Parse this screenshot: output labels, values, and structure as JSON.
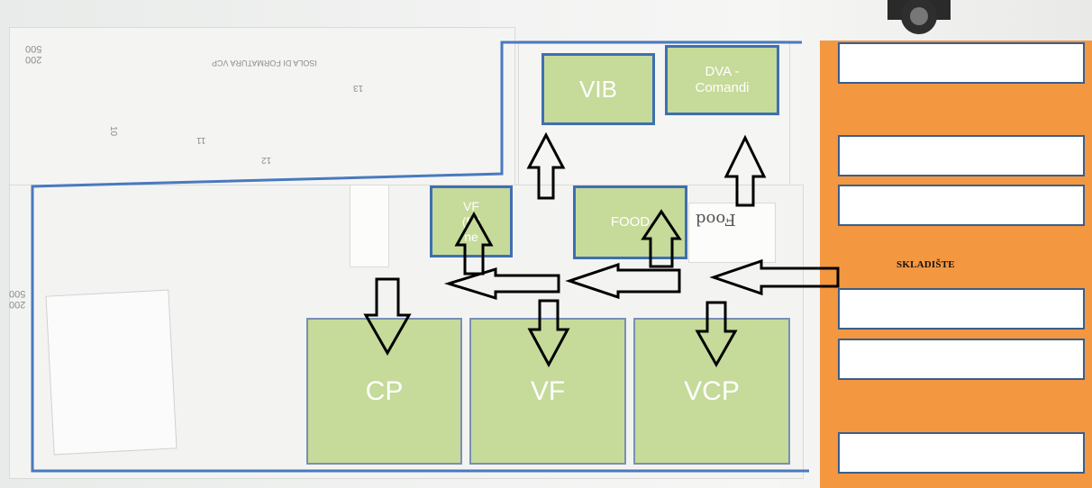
{
  "diagram": {
    "boxes": {
      "vib": "VIB",
      "dva_comandi": "DVA -\nComandi",
      "vf_small": "VF\n(f  t\nne",
      "food": "FOOD",
      "cp": "CP",
      "vf": "VF",
      "vcp": "VCP"
    },
    "storage_label": "SKLADIŠTE",
    "colors": {
      "box_fill": "#c6da9a",
      "box_border": "#3f6fb1",
      "storage_fill": "#f39740",
      "outline": "#4a79bf"
    }
  },
  "photo_text": {
    "top_left_num": "200\n500",
    "side_num": "200\n500",
    "number_13": "13",
    "number_12": "12",
    "number_11": "11",
    "number_10": "10",
    "food_handwritten": "Food",
    "header_scan": "ISOLA DI FORMATURA VCP"
  }
}
